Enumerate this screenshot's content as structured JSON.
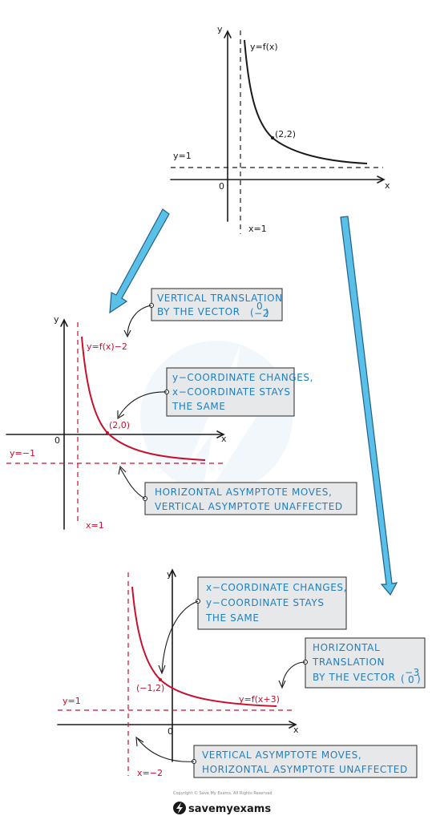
{
  "graph_top": {
    "y_axis": "y",
    "x_axis": "x",
    "origin": "0",
    "curve_label": "y=f(x)",
    "point_label": "(2,2)",
    "h_asym_label": "y=1",
    "v_asym_label": "x=1"
  },
  "graph_mid": {
    "y_axis": "y",
    "x_axis": "x",
    "origin": "0",
    "curve_label": "y=f(x)−2",
    "point_label": "(2,0)",
    "h_asym_label": "y=−1",
    "v_asym_label": "x=1"
  },
  "graph_bot": {
    "y_axis": "y",
    "x_axis": "x",
    "origin": "0",
    "curve_label": "y=f(x+3)",
    "point_label": "(−1,2)",
    "h_asym_label": "y=1",
    "v_asym_label": "x=−2"
  },
  "notes": {
    "vt_line1": "VERTICAL TRANSLATION",
    "vt_line2": "BY THE VECTOR",
    "vt_vec_top": "0",
    "vt_vec_bot": "−2",
    "ychg_line1": "y−COORDINATE CHANGES,",
    "ychg_line2": "x−COORDINATE STAYS",
    "ychg_line3": "THE SAME",
    "ham_line1": "HORIZONTAL ASYMPTOTE MOVES,",
    "ham_line2": "VERTICAL ASYMPTOTE UNAFFECTED",
    "xchg_line1": "x−COORDINATE CHANGES,",
    "xchg_line2": "y−COORDINATE STAYS",
    "xchg_line3": "THE SAME",
    "ht_line1": "HORIZONTAL",
    "ht_line2": "TRANSLATION",
    "ht_line3": "BY THE VECTOR",
    "ht_vec_top": "−3",
    "ht_vec_bot": "0",
    "vam_line1": "VERTICAL ASYMPTOTE MOVES,",
    "vam_line2": "HORIZONTAL ASYMPTOTE UNAFFECTED"
  },
  "footer": {
    "copyright": "Copyright © Save My Exams. All Rights Reserved",
    "brand": "savemyexams"
  },
  "colors": {
    "curve_original": "#1a1a1a",
    "curve_transformed": "#c8102e",
    "note_text": "#1f7fbf",
    "arrow_fill": "#5bc0e8"
  }
}
